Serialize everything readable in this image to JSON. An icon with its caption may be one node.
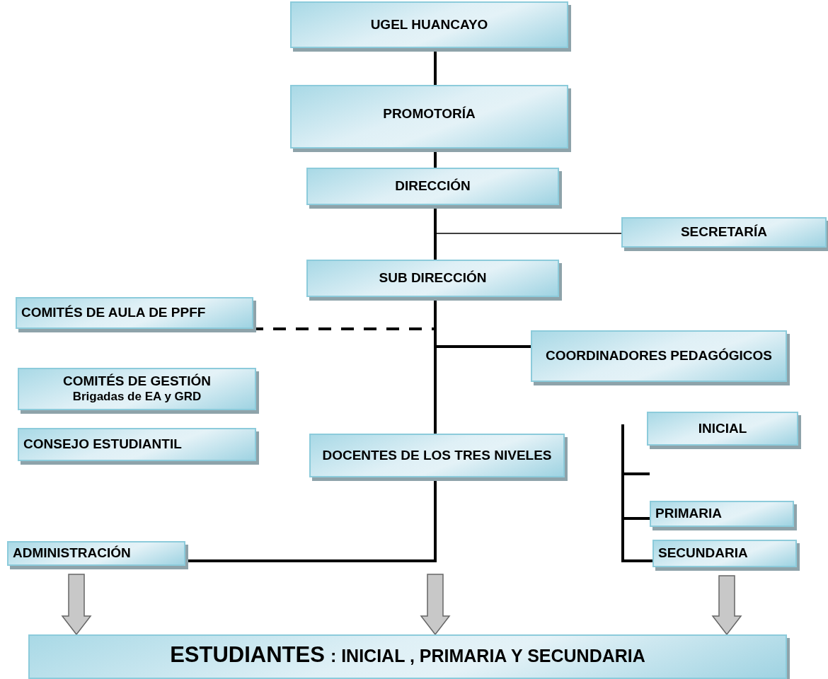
{
  "diagram": {
    "nodes": [
      {
        "text": [
          "UGEL HUANCAYO"
        ]
      },
      {
        "text": [
          "PROMOTORÍA"
        ]
      },
      {
        "text": [
          "DIRECCIÓN"
        ]
      },
      {
        "text": [
          "SECRETARÍA"
        ]
      },
      {
        "text": [
          "SUB DIRECCIÓN"
        ]
      },
      {
        "text": [
          "COMITÉS DE AULA DE PPFF"
        ]
      },
      {
        "text": [
          "COORDINADORES PEDAGÓGICOS"
        ]
      },
      {
        "text": [
          "COMITÉS DE GESTIÓN",
          "Brigadas de EA y GRD"
        ]
      },
      {
        "text": [
          "CONSEJO ESTUDIANTIL"
        ]
      },
      {
        "text": [
          "DOCENTES DE LOS TRES NIVELES"
        ]
      },
      {
        "text": [
          "INICIAL"
        ]
      },
      {
        "text": [
          "PRIMARIA"
        ]
      },
      {
        "text": [
          "SECUNDARIA"
        ]
      },
      {
        "text": [
          "ADMINISTRACIÓN"
        ]
      },
      {
        "text": [
          "ESTUDIANTES",
          ": INICIAL , PRIMARIA Y SECUNDARIA"
        ]
      }
    ],
    "edges": [
      {
        "from": 0,
        "to": 1,
        "arrow": "none"
      },
      {
        "from": 1,
        "to": 2,
        "arrow": "none"
      },
      {
        "from": 2,
        "to": 4,
        "arrow": "none"
      },
      {
        "from": 2,
        "to": 3,
        "arrow": "none"
      },
      {
        "from": 4,
        "to": 5,
        "arrow": "none",
        "style": "dashed"
      },
      {
        "from": 4,
        "to": 6,
        "arrow": "none"
      },
      {
        "from": 4,
        "to": 9,
        "arrow": "none"
      },
      {
        "from": 9,
        "to": 13,
        "arrow": "none"
      },
      {
        "from": 11,
        "to": 12,
        "arrow": "none"
      },
      {
        "from": 13,
        "to": 14,
        "arrow": "to",
        "style": "thick",
        "color": "#c8c8c8"
      },
      {
        "from": null,
        "to": 14,
        "arrow": "to",
        "style": "thick",
        "color": "#c8c8c8"
      },
      {
        "from": 12,
        "to": 14,
        "arrow": "to",
        "style": "thick",
        "color": "#c8c8c8"
      }
    ]
  }
}
